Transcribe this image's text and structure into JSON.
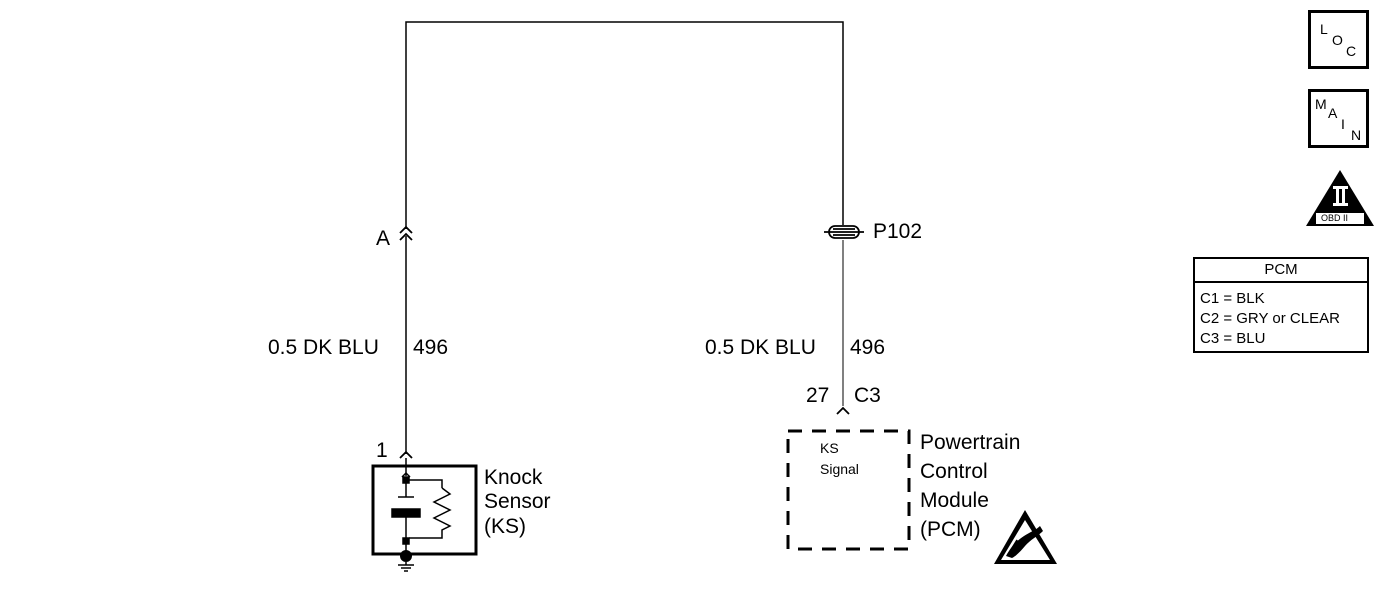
{
  "wires": {
    "left": {
      "gauge_color": "0.5 DK BLU",
      "circuit": "496"
    },
    "right": {
      "gauge_color": "0.5 DK BLU",
      "circuit": "496"
    }
  },
  "connectors": {
    "inline_a": "A",
    "splice": "P102",
    "sensor_pin": "1",
    "pcm_pin": "27",
    "pcm_connector": "C3"
  },
  "knock_sensor": {
    "line1": "Knock",
    "line2": "Sensor",
    "line3": "(KS)"
  },
  "pcm": {
    "signal_line1": "KS",
    "signal_line2": "Signal",
    "line1": "Powertrain",
    "line2": "Control",
    "line3": "Module",
    "line4": "(PCM)"
  },
  "icons": {
    "loc": {
      "l": "L",
      "o": "O",
      "c": "C"
    },
    "main": {
      "m": "M",
      "a": "A",
      "i": "I",
      "n": "N"
    },
    "obd": {
      "numeral": "II",
      "label": "OBD II"
    }
  },
  "legend": {
    "title": "PCM",
    "rows": [
      "C1 = BLK",
      "C2 = GRY or CLEAR",
      "C3 = BLU"
    ]
  }
}
